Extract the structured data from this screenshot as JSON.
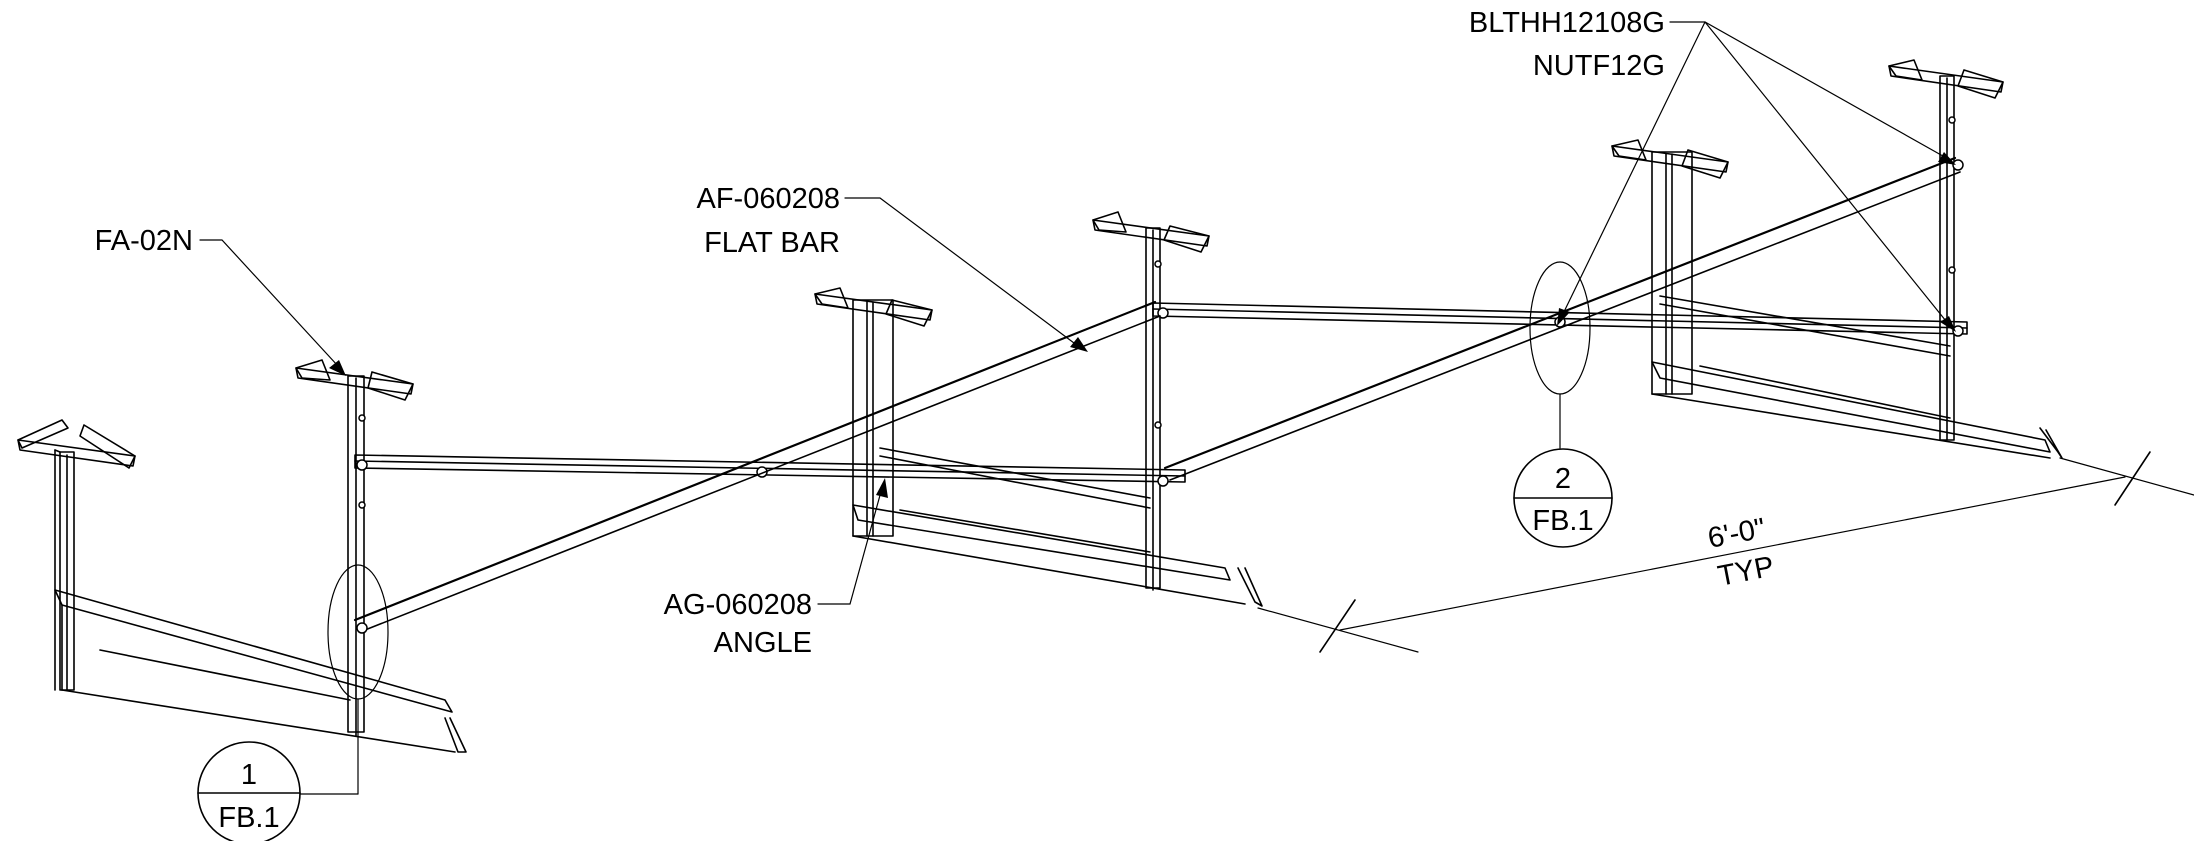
{
  "callouts": {
    "fa": "FA-02N",
    "af_part": "AF-060208",
    "af_desc": "FLAT BAR",
    "ag_part": "AG-060208",
    "ag_desc": "ANGLE",
    "bolt": "BLTHH12108G",
    "nut": "NUTF12G"
  },
  "details": [
    {
      "number": "1",
      "sheet": "FB.1"
    },
    {
      "number": "2",
      "sheet": "FB.1"
    }
  ],
  "dimension": {
    "value": "6'-0\"",
    "note": "TYP"
  }
}
